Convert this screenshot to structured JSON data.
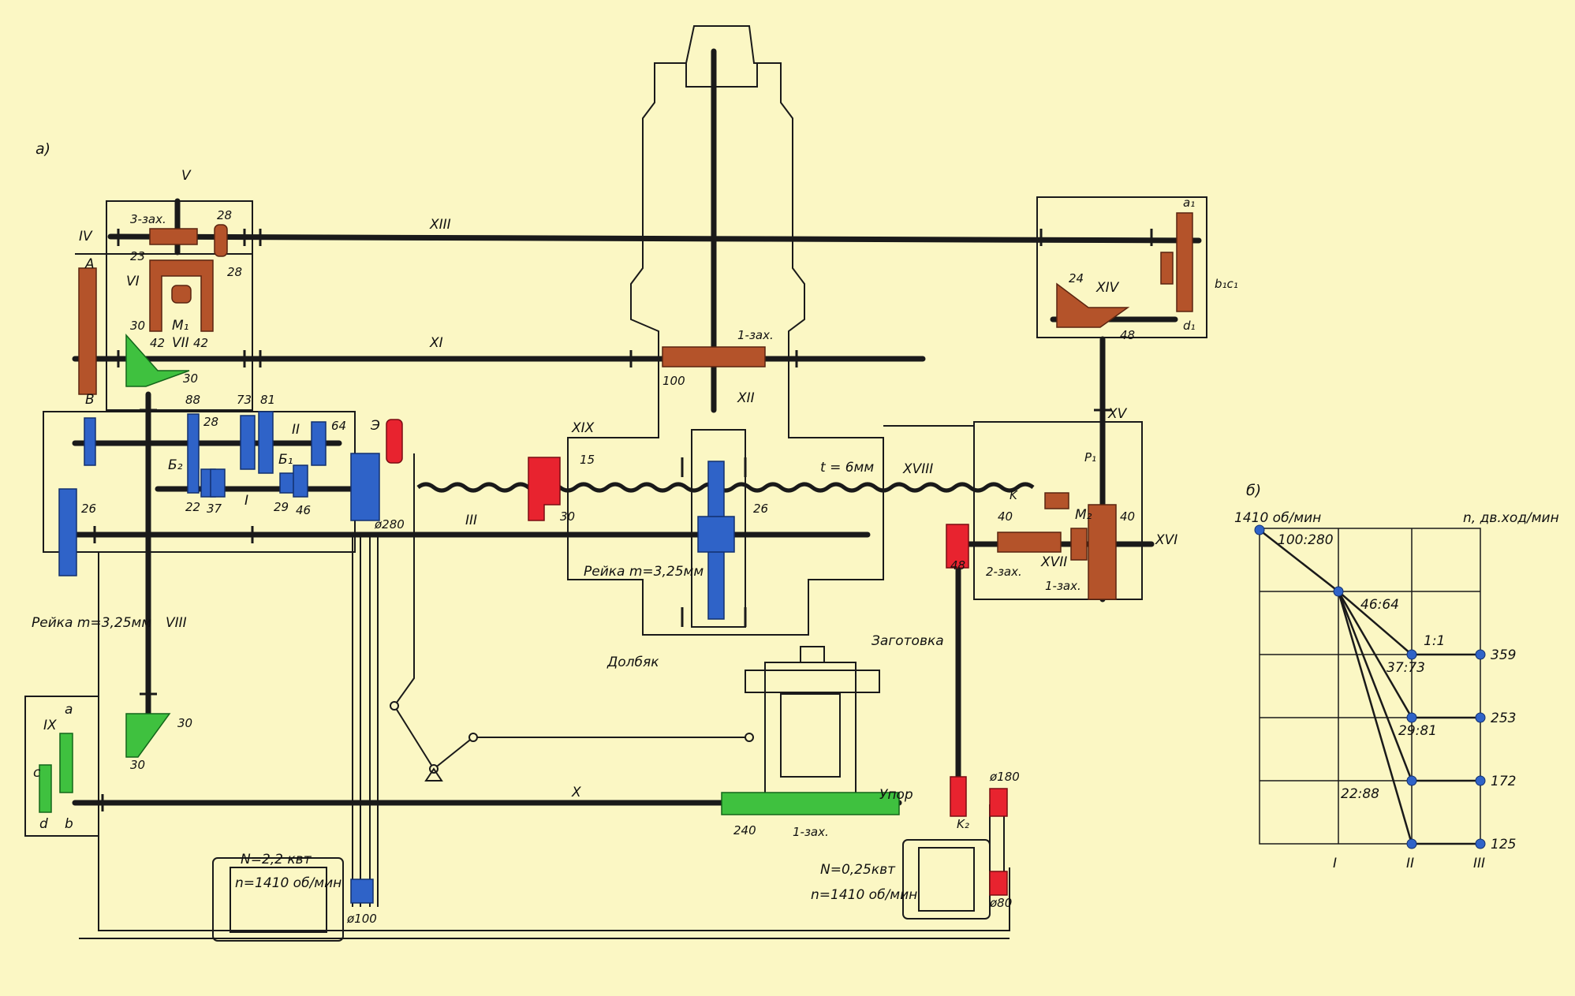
{
  "figure_a": {
    "label": "а)",
    "shafts": {
      "IV": "IV",
      "V": "V",
      "VI": "VI",
      "VII": "VII",
      "XIII": "XIII",
      "XI": "XI",
      "XII": "XII",
      "II": "II",
      "I": "I",
      "III": "III",
      "VIII": "VIII",
      "IX": "IX",
      "X": "X",
      "XIV": "XIV",
      "XV": "XV",
      "XVI": "XVI",
      "XVII": "XVII",
      "XVIII": "XVIII",
      "XIX": "XIX"
    },
    "labels": {
      "three_start": "3-зах.",
      "one_start_top": "1-зах.",
      "one_start_bottom": "1-зах.",
      "one_start_right": "1-зах.",
      "two_start": "2-зах.",
      "m1": "M₁",
      "m2": "M₂",
      "a_upper": "A",
      "b_upper": "B",
      "b2": "Б₂",
      "b1": "Б₁",
      "e": "Э",
      "k": "K",
      "p1": "P₁",
      "k2": "K₂",
      "a1": "a₁",
      "b1c1": "b₁c₁",
      "d1": "d₁",
      "a": "a",
      "b": "b",
      "c": "c",
      "d": "d",
      "pitch": "t = 6мм",
      "rack_left": "Рейка m=3,25мм",
      "rack_center": "Рейка m=3,25мм",
      "cutter": "Долбяк",
      "workpiece": "Заготовка",
      "stop": "Упор",
      "motor1_power": "N=2,2 квт",
      "motor1_speed": "n=1410 об/мин",
      "motor2_power": "N=0,25квт",
      "motor2_speed": "n=1410 об/мин",
      "pulley_280": "ø280",
      "pulley_100": "ø100",
      "pulley_180": "ø180",
      "pulley_80": "ø80"
    },
    "teeth": {
      "t28a": "28",
      "t23": "23",
      "t28b": "28",
      "t42a": "42",
      "t42b": "42",
      "t30a": "30",
      "t30b": "30",
      "t88": "88",
      "t28c": "28",
      "t73": "73",
      "t81": "81",
      "t64": "64",
      "t22": "22",
      "t37": "37",
      "t29": "29",
      "t46": "46",
      "t26a": "26",
      "t100": "100",
      "t15": "15",
      "t30c": "30",
      "t26b": "26",
      "t24": "24",
      "t48a": "48",
      "t40a": "40",
      "t40b": "40",
      "t48b": "48",
      "t30d": "30",
      "t30e": "30",
      "t240": "240"
    }
  },
  "figure_b": {
    "label": "б)",
    "input_speed": "1410 об/мин",
    "output_title": "n, дв.ход/мин",
    "ratios": [
      "100:280",
      "46:64",
      "1:1",
      "37:73",
      "29:81",
      "22:88"
    ],
    "speeds": [
      "359",
      "253",
      "172",
      "125"
    ],
    "shaft_labels": [
      "I",
      "II",
      "III"
    ]
  },
  "colors": {
    "blue": "#2f63c8",
    "brown": "#b4532a",
    "green": "#3fc13f",
    "red": "#e8232f",
    "background": "#fbf7c4"
  }
}
